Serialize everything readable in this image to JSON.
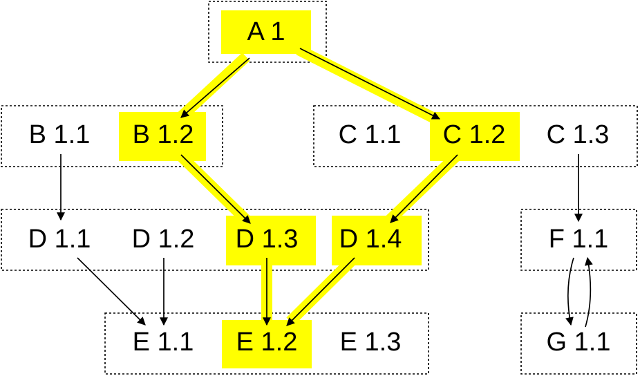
{
  "colors": {
    "highlight": "#ffff00",
    "stroke": "#000000",
    "background": "#ffffff"
  },
  "nodes": {
    "A1": "A 1",
    "B11": "B 1.1",
    "B12": "B 1.2",
    "C11": "C 1.1",
    "C12": "C 1.2",
    "C13": "C 1.3",
    "D11": "D 1.1",
    "D12": "D 1.2",
    "D13": "D 1.3",
    "D14": "D 1.4",
    "F11": "F 1.1",
    "E11": "E 1.1",
    "E12": "E 1.2",
    "E13": "E 1.3",
    "G11": "G 1.1"
  },
  "highlighted_nodes": [
    "A1",
    "B12",
    "C12",
    "D13",
    "D14",
    "E12"
  ],
  "edges": [
    {
      "from": "A1",
      "to": "B12",
      "highlighted": true
    },
    {
      "from": "A1",
      "to": "C12",
      "highlighted": true
    },
    {
      "from": "B12",
      "to": "D13",
      "highlighted": true
    },
    {
      "from": "C12",
      "to": "D14",
      "highlighted": true
    },
    {
      "from": "D13",
      "to": "E12",
      "highlighted": true
    },
    {
      "from": "D14",
      "to": "E12",
      "highlighted": true
    },
    {
      "from": "B11",
      "to": "D11",
      "highlighted": false
    },
    {
      "from": "D11",
      "to": "E11",
      "highlighted": false
    },
    {
      "from": "D12",
      "to": "E11",
      "highlighted": false
    },
    {
      "from": "C13",
      "to": "F11",
      "highlighted": false
    },
    {
      "from": "F11",
      "to": "G11",
      "highlighted": false
    },
    {
      "from": "G11",
      "to": "F11",
      "highlighted": false
    }
  ]
}
